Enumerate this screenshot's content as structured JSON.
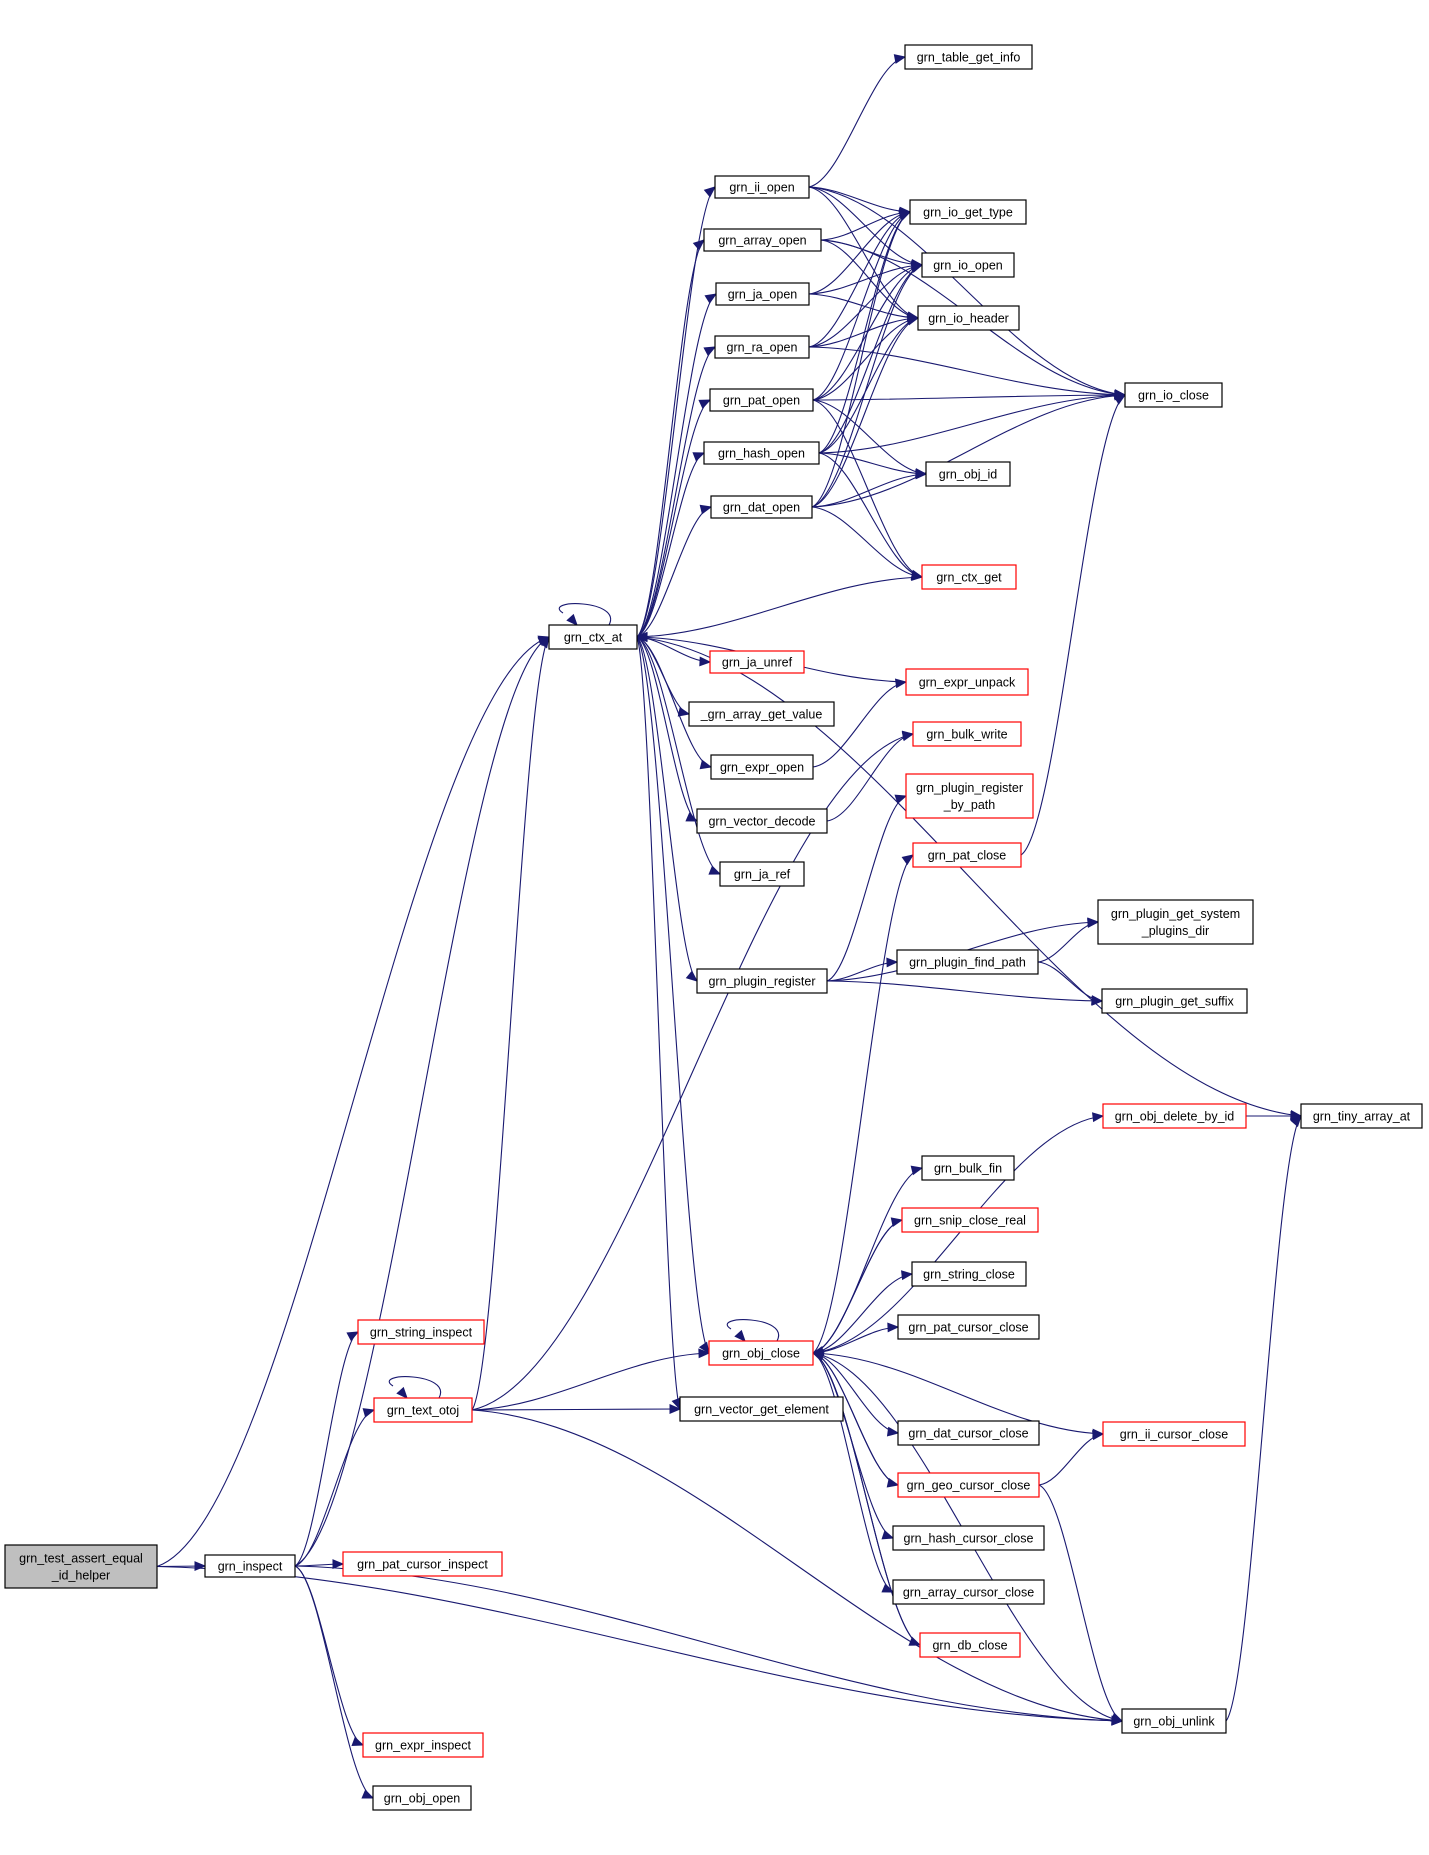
{
  "colors": {
    "edge": "#191970",
    "truncated_border": "#ff0000",
    "normal_border": "#000000",
    "root_fill": "#bfbfbf"
  },
  "nodes": [
    {
      "id": "root",
      "lines": [
        "grn_test_assert_equal",
        "_id_helper"
      ],
      "style": "root"
    },
    {
      "id": "inspect",
      "lines": [
        "grn_inspect"
      ],
      "style": "normal"
    },
    {
      "id": "ctx_at",
      "lines": [
        "grn_ctx_at"
      ],
      "style": "normal"
    },
    {
      "id": "ii_open",
      "lines": [
        "grn_ii_open"
      ],
      "style": "normal"
    },
    {
      "id": "array_open",
      "lines": [
        "grn_array_open"
      ],
      "style": "normal"
    },
    {
      "id": "ja_open",
      "lines": [
        "grn_ja_open"
      ],
      "style": "normal"
    },
    {
      "id": "ra_open",
      "lines": [
        "grn_ra_open"
      ],
      "style": "normal"
    },
    {
      "id": "pat_open",
      "lines": [
        "grn_pat_open"
      ],
      "style": "normal"
    },
    {
      "id": "hash_open",
      "lines": [
        "grn_hash_open"
      ],
      "style": "normal"
    },
    {
      "id": "dat_open",
      "lines": [
        "grn_dat_open"
      ],
      "style": "normal"
    },
    {
      "id": "table_get_info",
      "lines": [
        "grn_table_get_info"
      ],
      "style": "normal"
    },
    {
      "id": "io_get_type",
      "lines": [
        "grn_io_get_type"
      ],
      "style": "normal"
    },
    {
      "id": "io_open",
      "lines": [
        "grn_io_open"
      ],
      "style": "normal"
    },
    {
      "id": "io_header",
      "lines": [
        "grn_io_header"
      ],
      "style": "normal"
    },
    {
      "id": "io_close",
      "lines": [
        "grn_io_close"
      ],
      "style": "normal"
    },
    {
      "id": "obj_id",
      "lines": [
        "grn_obj_id"
      ],
      "style": "normal"
    },
    {
      "id": "ctx_get",
      "lines": [
        "grn_ctx_get"
      ],
      "style": "red"
    },
    {
      "id": "ja_unref",
      "lines": [
        "grn_ja_unref"
      ],
      "style": "red"
    },
    {
      "id": "array_get_value",
      "lines": [
        "_grn_array_get_value"
      ],
      "style": "normal"
    },
    {
      "id": "expr_open",
      "lines": [
        "grn_expr_open"
      ],
      "style": "normal"
    },
    {
      "id": "vector_decode",
      "lines": [
        "grn_vector_decode"
      ],
      "style": "normal"
    },
    {
      "id": "ja_ref",
      "lines": [
        "grn_ja_ref"
      ],
      "style": "normal"
    },
    {
      "id": "expr_unpack",
      "lines": [
        "grn_expr_unpack"
      ],
      "style": "red"
    },
    {
      "id": "bulk_write",
      "lines": [
        "grn_bulk_write"
      ],
      "style": "red"
    },
    {
      "id": "plugin_register_by_path",
      "lines": [
        "grn_plugin_register",
        "_by_path"
      ],
      "style": "red"
    },
    {
      "id": "pat_close",
      "lines": [
        "grn_pat_close"
      ],
      "style": "red"
    },
    {
      "id": "plugin_get_system_plugins_dir",
      "lines": [
        "grn_plugin_get_system",
        "_plugins_dir"
      ],
      "style": "normal"
    },
    {
      "id": "plugin_find_path",
      "lines": [
        "grn_plugin_find_path"
      ],
      "style": "normal"
    },
    {
      "id": "plugin_register",
      "lines": [
        "grn_plugin_register"
      ],
      "style": "normal"
    },
    {
      "id": "plugin_get_suffix",
      "lines": [
        "grn_plugin_get_suffix"
      ],
      "style": "normal"
    },
    {
      "id": "obj_delete_by_id",
      "lines": [
        "grn_obj_delete_by_id"
      ],
      "style": "red"
    },
    {
      "id": "tiny_array_at",
      "lines": [
        "grn_tiny_array_at"
      ],
      "style": "normal"
    },
    {
      "id": "bulk_fin",
      "lines": [
        "grn_bulk_fin"
      ],
      "style": "normal"
    },
    {
      "id": "snip_close_real",
      "lines": [
        "grn_snip_close_real"
      ],
      "style": "red"
    },
    {
      "id": "string_close",
      "lines": [
        "grn_string_close"
      ],
      "style": "normal"
    },
    {
      "id": "pat_cursor_close",
      "lines": [
        "grn_pat_cursor_close"
      ],
      "style": "normal"
    },
    {
      "id": "string_inspect",
      "lines": [
        "grn_string_inspect"
      ],
      "style": "red"
    },
    {
      "id": "obj_close",
      "lines": [
        "grn_obj_close"
      ],
      "style": "red"
    },
    {
      "id": "text_otoj",
      "lines": [
        "grn_text_otoj"
      ],
      "style": "red"
    },
    {
      "id": "vector_get_element",
      "lines": [
        "grn_vector_get_element"
      ],
      "style": "normal"
    },
    {
      "id": "dat_cursor_close",
      "lines": [
        "grn_dat_cursor_close"
      ],
      "style": "normal"
    },
    {
      "id": "ii_cursor_close",
      "lines": [
        "grn_ii_cursor_close"
      ],
      "style": "red"
    },
    {
      "id": "geo_cursor_close",
      "lines": [
        "grn_geo_cursor_close"
      ],
      "style": "red"
    },
    {
      "id": "hash_cursor_close",
      "lines": [
        "grn_hash_cursor_close"
      ],
      "style": "normal"
    },
    {
      "id": "pat_cursor_inspect",
      "lines": [
        "grn_pat_cursor_inspect"
      ],
      "style": "red"
    },
    {
      "id": "array_cursor_close",
      "lines": [
        "grn_array_cursor_close"
      ],
      "style": "normal"
    },
    {
      "id": "db_close",
      "lines": [
        "grn_db_close"
      ],
      "style": "red"
    },
    {
      "id": "obj_unlink",
      "lines": [
        "grn_obj_unlink"
      ],
      "style": "normal"
    },
    {
      "id": "expr_inspect",
      "lines": [
        "grn_expr_inspect"
      ],
      "style": "red"
    },
    {
      "id": "obj_open",
      "lines": [
        "grn_obj_open"
      ],
      "style": "normal"
    }
  ],
  "edges": [
    [
      "root",
      "inspect"
    ],
    [
      "root",
      "ctx_at"
    ],
    [
      "root",
      "obj_unlink"
    ],
    [
      "inspect",
      "ctx_at"
    ],
    [
      "inspect",
      "string_inspect"
    ],
    [
      "inspect",
      "text_otoj"
    ],
    [
      "inspect",
      "pat_cursor_inspect"
    ],
    [
      "inspect",
      "expr_inspect"
    ],
    [
      "inspect",
      "obj_open"
    ],
    [
      "inspect",
      "obj_unlink"
    ],
    [
      "ctx_at",
      "ctx_at"
    ],
    [
      "ctx_at",
      "ii_open"
    ],
    [
      "ctx_at",
      "array_open"
    ],
    [
      "ctx_at",
      "ja_open"
    ],
    [
      "ctx_at",
      "ra_open"
    ],
    [
      "ctx_at",
      "pat_open"
    ],
    [
      "ctx_at",
      "hash_open"
    ],
    [
      "ctx_at",
      "dat_open"
    ],
    [
      "ctx_at",
      "ja_unref"
    ],
    [
      "ctx_at",
      "array_get_value"
    ],
    [
      "ctx_at",
      "expr_open"
    ],
    [
      "ctx_at",
      "vector_decode"
    ],
    [
      "ctx_at",
      "ja_ref"
    ],
    [
      "ctx_at",
      "plugin_register"
    ],
    [
      "ctx_at",
      "obj_close"
    ],
    [
      "ctx_at",
      "vector_get_element"
    ],
    [
      "ctx_at",
      "tiny_array_at"
    ],
    [
      "ii_open",
      "table_get_info"
    ],
    [
      "ii_open",
      "io_close"
    ],
    [
      "ii_open",
      "io_get_type"
    ],
    [
      "ii_open",
      "io_open"
    ],
    [
      "ii_open",
      "io_header"
    ],
    [
      "array_open",
      "io_close"
    ],
    [
      "array_open",
      "io_get_type"
    ],
    [
      "array_open",
      "io_open"
    ],
    [
      "array_open",
      "io_header"
    ],
    [
      "ja_open",
      "io_get_type"
    ],
    [
      "ja_open",
      "io_open"
    ],
    [
      "ja_open",
      "io_header"
    ],
    [
      "ra_open",
      "io_get_type"
    ],
    [
      "ra_open",
      "io_open"
    ],
    [
      "ra_open",
      "io_header"
    ],
    [
      "ra_open",
      "io_close"
    ],
    [
      "pat_open",
      "io_get_type"
    ],
    [
      "pat_open",
      "io_open"
    ],
    [
      "pat_open",
      "io_header"
    ],
    [
      "pat_open",
      "io_close"
    ],
    [
      "pat_open",
      "obj_id"
    ],
    [
      "pat_open",
      "ctx_get"
    ],
    [
      "hash_open",
      "io_get_type"
    ],
    [
      "hash_open",
      "io_open"
    ],
    [
      "hash_open",
      "io_header"
    ],
    [
      "hash_open",
      "obj_id"
    ],
    [
      "hash_open",
      "ctx_get"
    ],
    [
      "hash_open",
      "io_close"
    ],
    [
      "dat_open",
      "io_get_type"
    ],
    [
      "dat_open",
      "io_open"
    ],
    [
      "dat_open",
      "io_header"
    ],
    [
      "dat_open",
      "obj_id"
    ],
    [
      "dat_open",
      "ctx_get"
    ],
    [
      "dat_open",
      "io_close"
    ],
    [
      "ctx_get",
      "ctx_at"
    ],
    [
      "expr_open",
      "expr_unpack"
    ],
    [
      "expr_unpack",
      "ctx_at"
    ],
    [
      "vector_decode",
      "bulk_write"
    ],
    [
      "plugin_register",
      "plugin_register_by_path"
    ],
    [
      "plugin_register",
      "plugin_get_system_plugins_dir"
    ],
    [
      "plugin_register",
      "plugin_find_path"
    ],
    [
      "plugin_register",
      "plugin_get_suffix"
    ],
    [
      "plugin_find_path",
      "plugin_get_system_plugins_dir"
    ],
    [
      "plugin_find_path",
      "plugin_get_suffix"
    ],
    [
      "pat_close",
      "io_close"
    ],
    [
      "obj_delete_by_id",
      "tiny_array_at"
    ],
    [
      "obj_close",
      "obj_close"
    ],
    [
      "obj_close",
      "pat_close"
    ],
    [
      "obj_close",
      "obj_delete_by_id"
    ],
    [
      "obj_close",
      "bulk_fin"
    ],
    [
      "obj_close",
      "snip_close_real"
    ],
    [
      "obj_close",
      "string_close"
    ],
    [
      "obj_close",
      "pat_cursor_close"
    ],
    [
      "obj_close",
      "dat_cursor_close"
    ],
    [
      "obj_close",
      "ii_cursor_close"
    ],
    [
      "obj_close",
      "geo_cursor_close"
    ],
    [
      "obj_close",
      "hash_cursor_close"
    ],
    [
      "obj_close",
      "array_cursor_close"
    ],
    [
      "obj_close",
      "db_close"
    ],
    [
      "snip_close_real",
      "obj_close"
    ],
    [
      "geo_cursor_close",
      "obj_close"
    ],
    [
      "geo_cursor_close",
      "ii_cursor_close"
    ],
    [
      "geo_cursor_close",
      "obj_unlink"
    ],
    [
      "db_close",
      "obj_close"
    ],
    [
      "obj_unlink",
      "obj_close"
    ],
    [
      "obj_unlink",
      "tiny_array_at"
    ],
    [
      "text_otoj",
      "text_otoj"
    ],
    [
      "text_otoj",
      "ctx_at"
    ],
    [
      "text_otoj",
      "bulk_write"
    ],
    [
      "text_otoj",
      "obj_close"
    ],
    [
      "text_otoj",
      "vector_get_element"
    ],
    [
      "text_otoj",
      "obj_unlink"
    ]
  ]
}
